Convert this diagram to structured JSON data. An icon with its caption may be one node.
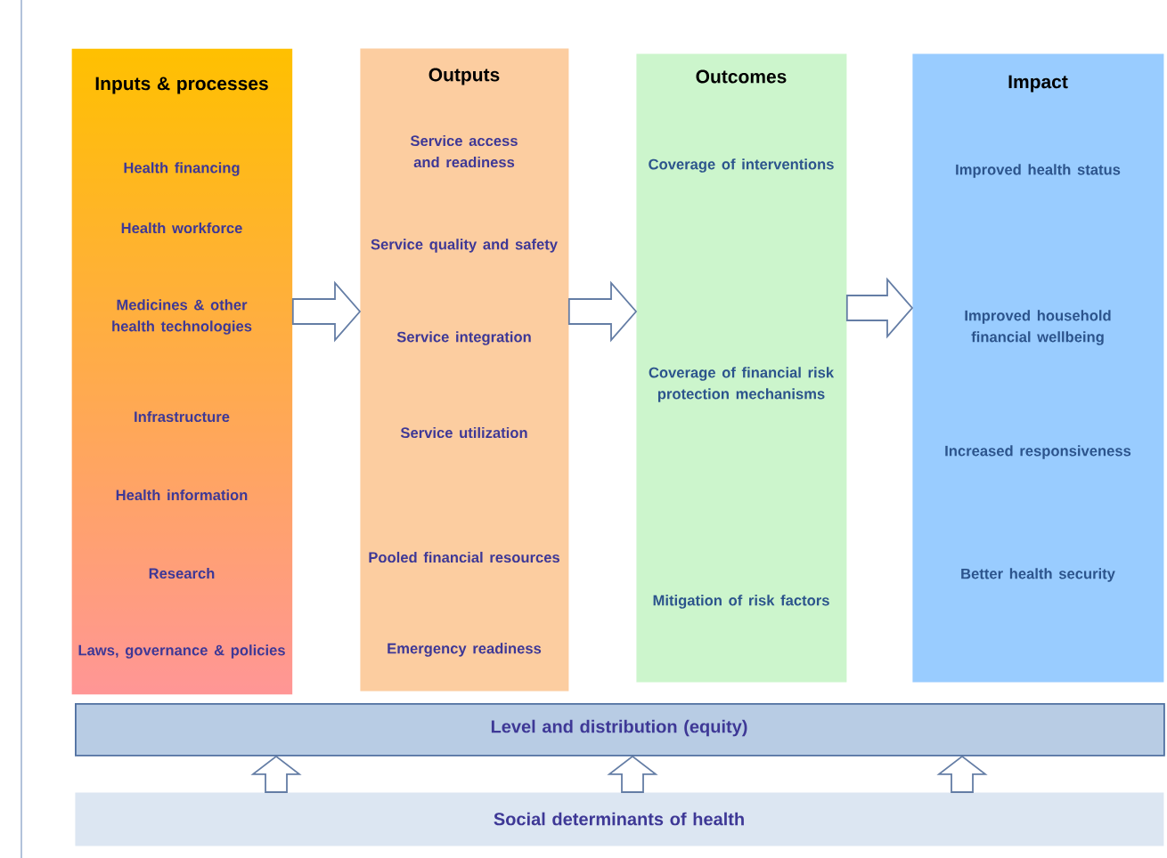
{
  "diagram": {
    "nodes": [
      {
        "text": [
          "Inputs & processes",
          "Health financing",
          "Health workforce",
          "Medicines & other health technologies",
          "Infrastructure",
          "Health information",
          "Research",
          "Laws, governance & policies"
        ]
      },
      {
        "text": [
          "Outputs",
          "Service access and readiness",
          "Service quality and safety",
          "Service integration",
          "Service utilization",
          "Pooled financial resources",
          "Emergency readiness"
        ]
      },
      {
        "text": [
          "Outcomes",
          "Coverage of interventions",
          "Coverage of financial risk protection mechanisms",
          "Mitigation of risk factors"
        ]
      },
      {
        "text": [
          "Impact",
          "Improved health status",
          "Improved household financial wellbeing",
          "Increased responsiveness",
          "Better health security"
        ]
      },
      {
        "text": [
          "Level and distribution (equity)"
        ]
      },
      {
        "text": [
          "Social determinants of health"
        ]
      }
    ],
    "edges": [
      {
        "from": 0,
        "to": 1,
        "arrow": "to"
      },
      {
        "from": 1,
        "to": 2,
        "arrow": "to"
      },
      {
        "from": 2,
        "to": 3,
        "arrow": "to"
      },
      {
        "from": 5,
        "to": 4,
        "arrow": "to"
      },
      {
        "from": 5,
        "to": 4,
        "arrow": "to"
      },
      {
        "from": 5,
        "to": 4,
        "arrow": "to"
      }
    ]
  }
}
